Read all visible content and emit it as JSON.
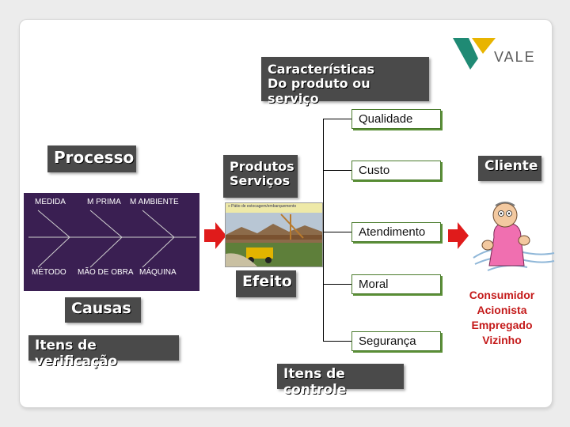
{
  "logo": {
    "text": "VALE",
    "color_green": "#1f8a74",
    "color_yellow": "#e8b400"
  },
  "characteristics": {
    "line1": "Características",
    "line2": "Do produto ou serviço"
  },
  "process": {
    "title": "Processo"
  },
  "fishbone": {
    "top_labels": [
      "MEDIDA",
      "M PRIMA",
      "M AMBIENTE"
    ],
    "bottom_labels": [
      "MÉTODO",
      "MÃO DE OBRA",
      "MÁQUINA"
    ],
    "background": "#3a1f52"
  },
  "causes": {
    "label": "Causas"
  },
  "verification": {
    "label": "Itens de verificação"
  },
  "product": {
    "line1": "Produtos",
    "line2": "Serviços",
    "photo_caption": "» Pátio de estocagem/embarquemento"
  },
  "effect": {
    "label": "Efeito"
  },
  "quality_items": [
    "Qualidade",
    "Custo",
    "Atendimento",
    "Moral",
    "Segurança"
  ],
  "control": {
    "label": "Itens de controle"
  },
  "client": {
    "label": "Cliente"
  },
  "consumers": [
    "Consumidor",
    "Acionista",
    "Empregado",
    "Vizinho"
  ],
  "colors": {
    "arrow": "#e01b1b",
    "box_border": "#4a7b2c",
    "consumer_text": "#c41a1a"
  }
}
